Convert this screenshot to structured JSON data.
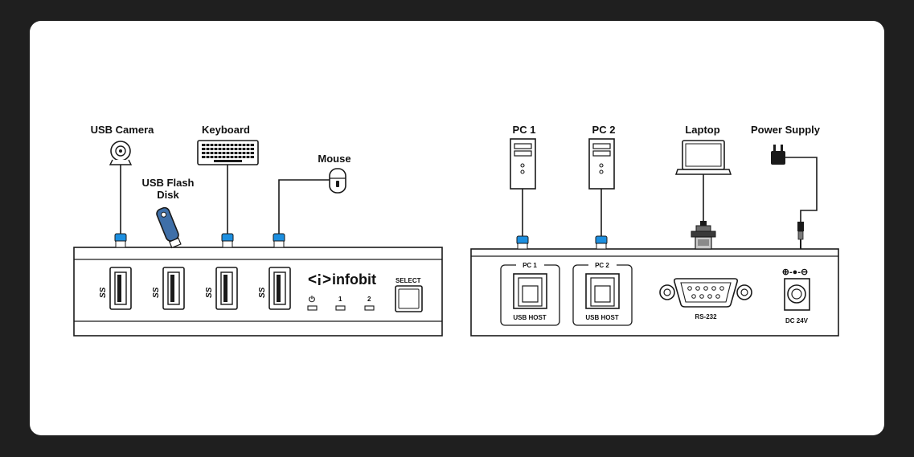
{
  "front_panel": {
    "devices": {
      "usb_camera": "USB Camera",
      "keyboard": "Keyboard",
      "usb_flash_disk_line1": "USB Flash",
      "usb_flash_disk_line2": "Disk",
      "mouse": "Mouse"
    },
    "brand": "infobit",
    "leds": {
      "power": "⏻",
      "led1": "1",
      "led2": "2"
    },
    "select_label": "SELECT",
    "usb_port_mark": "SS"
  },
  "rear_panel": {
    "devices": {
      "pc1": "PC 1",
      "pc2": "PC 2",
      "laptop": "Laptop",
      "power_supply": "Power Supply"
    },
    "host_ports": [
      {
        "title": "PC 1",
        "caption": "USB HOST"
      },
      {
        "title": "PC 2",
        "caption": "USB HOST"
      }
    ],
    "rs232_label": "RS-232",
    "dc_label": "DC 24V",
    "polarity_label": "⊕-●-⊖"
  },
  "colors": {
    "frame": "#1f1f1f",
    "card": "#ffffff",
    "line": "#1a1a1a",
    "usb_blue": "#1c8fe0",
    "flash_blue": "#3f6fa8"
  }
}
